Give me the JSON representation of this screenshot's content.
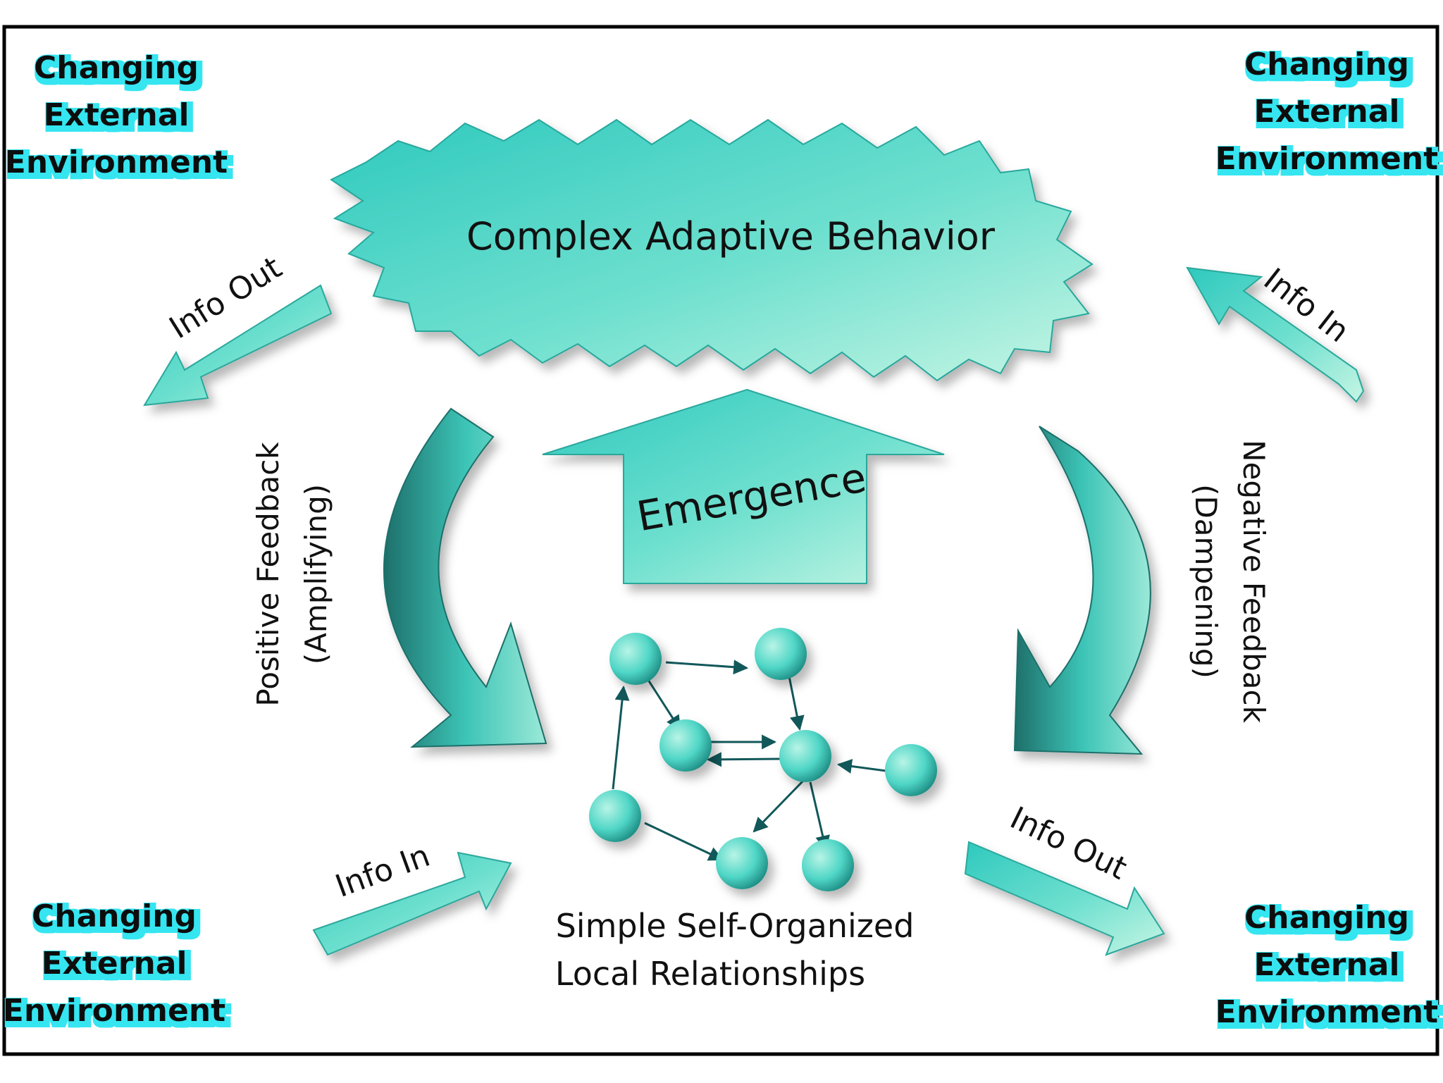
{
  "corner_labels": {
    "top_left": [
      "Changing",
      "External",
      "Environment"
    ],
    "top_right": [
      "Changing",
      "External",
      "Environment"
    ],
    "bottom_left": [
      "Changing",
      "External",
      "Environment"
    ],
    "bottom_right": [
      "Changing",
      "External",
      "Environment"
    ]
  },
  "center": {
    "title": "Complex Adaptive Behavior",
    "emergence": "Emergence",
    "subtitle_line1": "Simple Self-Organized",
    "subtitle_line2": "Local Relationships"
  },
  "arrows": {
    "top_left": "Info Out",
    "top_right": "Info In",
    "bottom_left": "Info In",
    "bottom_right": "Info Out"
  },
  "feedback": {
    "left_line1": "Positive Feedback",
    "left_line2": "(Amplifying)",
    "right_line1": "Negative Feedback",
    "right_line2": "(Dampening)"
  },
  "colors": {
    "teal": "#3fd0c0",
    "teal_light": "#b6f2e2",
    "teal_dark": "#1f7f77",
    "cyan_glow": "#34e5f0",
    "edge": "#12585a"
  }
}
